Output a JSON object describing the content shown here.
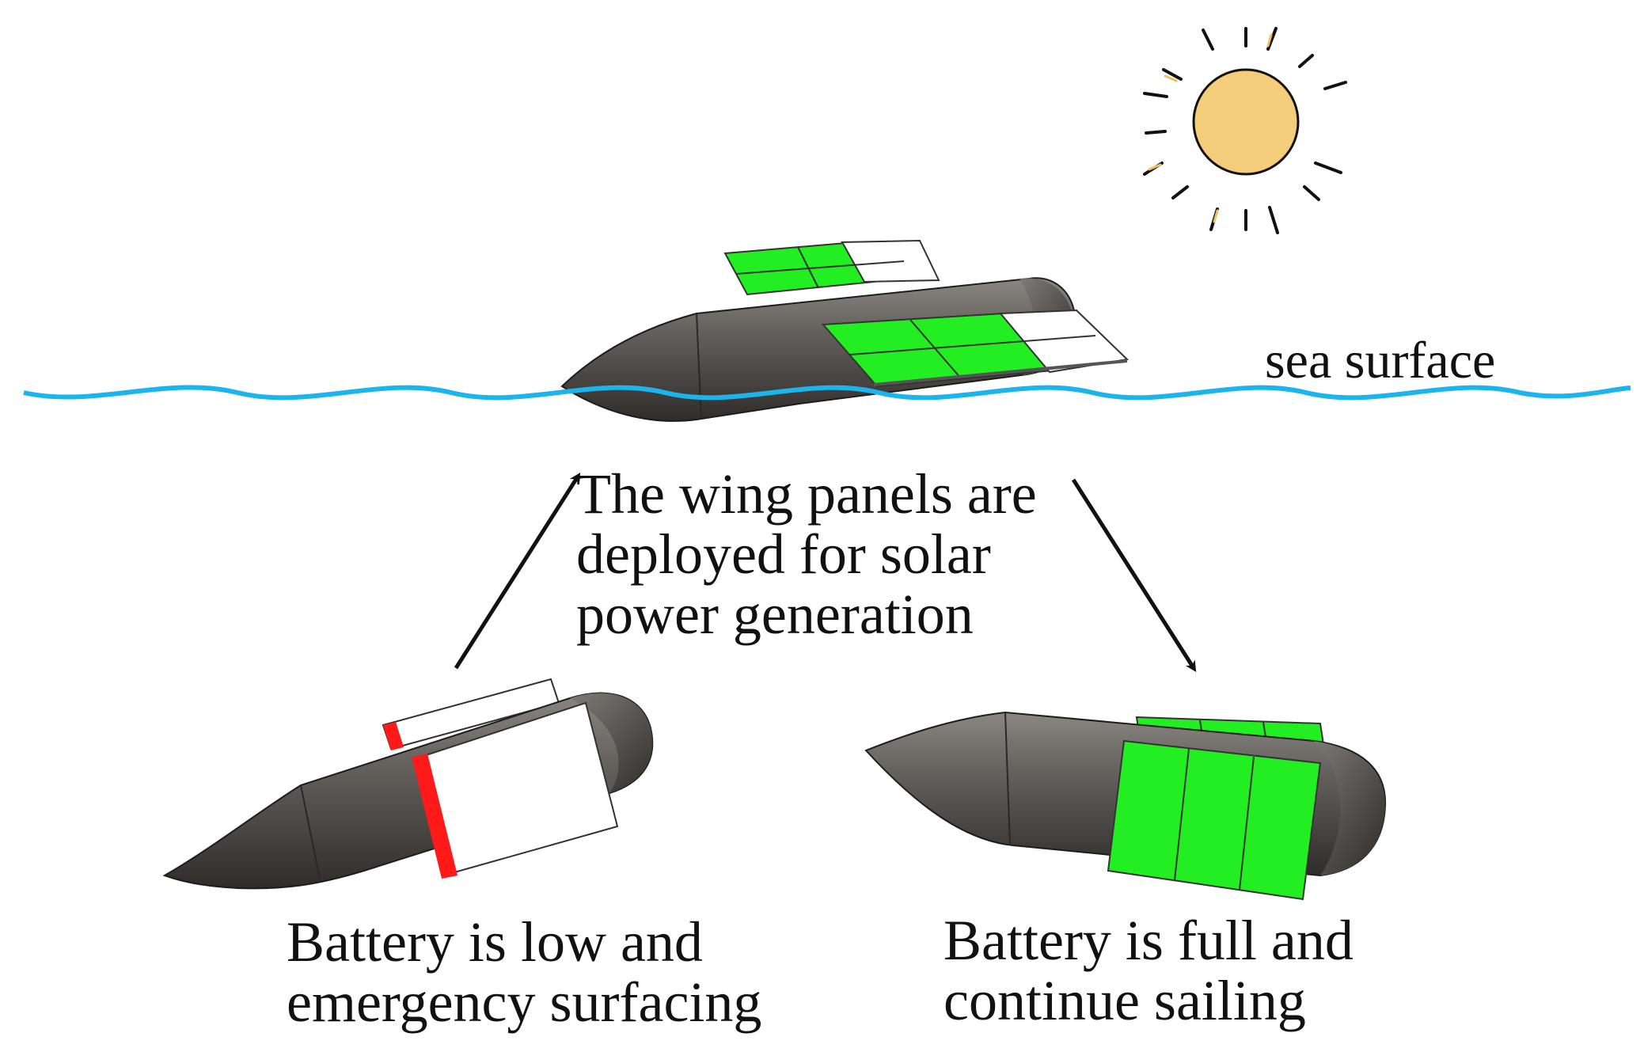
{
  "labels": {
    "sea_surface": "sea surface",
    "center": [
      "The wing panels are",
      "deployed for solar",
      "power generation"
    ],
    "left": [
      "Battery is low and",
      "emergency surfacing"
    ],
    "right": [
      "Battery is full and",
      "continue sailing"
    ]
  },
  "colors": {
    "hull": "#57534e",
    "hull_dark": "#3a3734",
    "solar_panel": "#22ee22",
    "warning_edge": "#ff1a1a",
    "water": "#1cb4ec",
    "sun_fill": "#f3cd7a",
    "ray_highlight": "#f0c060",
    "arrow": "#111111"
  },
  "icons": [
    "sun-icon",
    "wave-line",
    "arrow-up-right",
    "arrow-down-right"
  ]
}
